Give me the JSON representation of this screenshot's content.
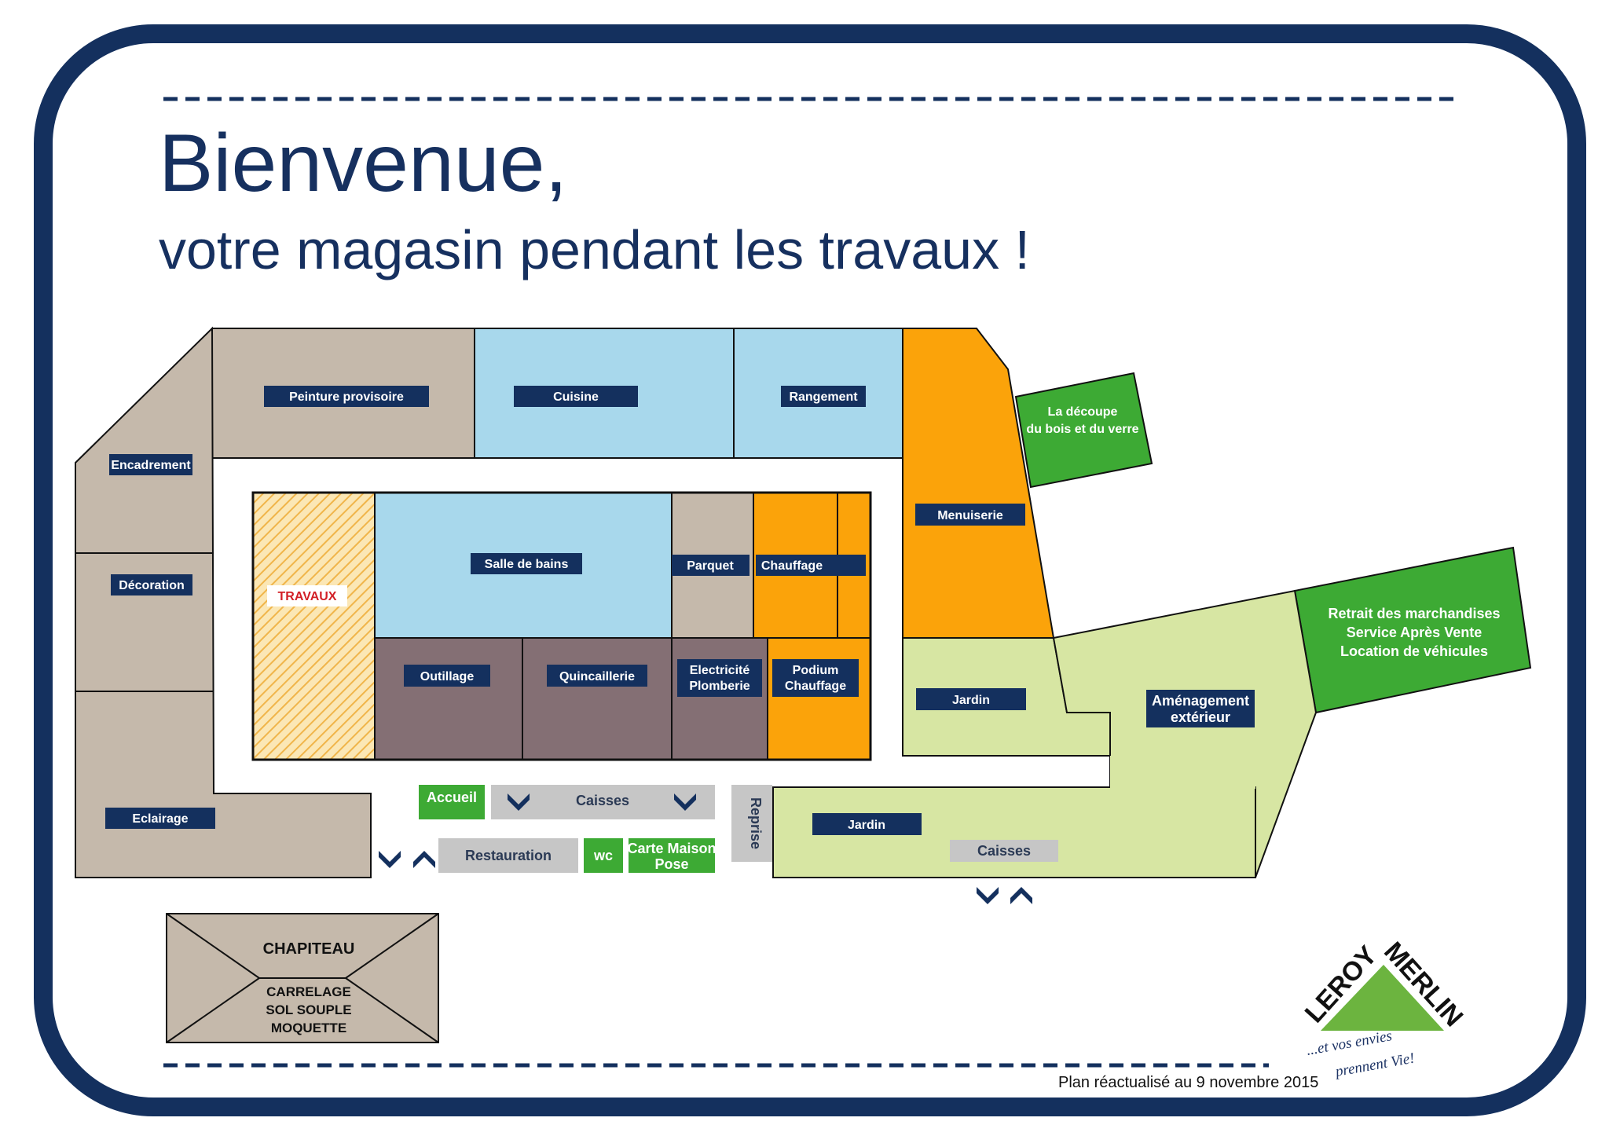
{
  "header": {
    "title": "Bienvenue,",
    "subtitle": "votre magasin pendant les travaux !"
  },
  "zones": {
    "peinture": "Peinture provisoire",
    "cuisine": "Cuisine",
    "rangement": "Rangement",
    "encadrement": "Encadrement",
    "decoration": "Décoration",
    "eclairage": "Eclairage",
    "travaux": "TRAVAUX",
    "salle_de_bains": "Salle de bains",
    "parquet": "Parquet",
    "chauffage": "Chauffage",
    "outillage": "Outillage",
    "quincaillerie": "Quincaillerie",
    "electricite_1": "Electricité",
    "electricite_2": "Plomberie",
    "podium_1": "Podium",
    "podium_2": "Chauffage",
    "menuiserie": "Menuiserie",
    "decoupe_1": "La découpe",
    "decoupe_2": "du bois et du verre",
    "jardin_top": "Jardin",
    "amenagement_1": "Aménagement",
    "amenagement_2": "extérieur",
    "retrait_1": "Retrait des marchandises",
    "retrait_2": "Service Après Vente",
    "retrait_3": "Location de véhicules",
    "jardin_bottom": "Jardin",
    "caisses_right": "Caisses"
  },
  "services": {
    "accueil": "Accueil",
    "caisses": "Caisses",
    "reprise": "Reprise",
    "restauration": "Restauration",
    "wc": "wc",
    "carte_1": "Carte Maison",
    "carte_2": "Pose"
  },
  "chapiteau": {
    "title": "CHAPITEAU",
    "line1": "CARRELAGE",
    "line2": "SOL SOUPLE",
    "line3": "MOQUETTE"
  },
  "logo": {
    "brand_1": "LEROY",
    "brand_2": "MERLIN",
    "tagline_1": "...et vos envies",
    "tagline_2": "prennent Vie!"
  },
  "footer": {
    "updated": "Plan réactualisé au 9 novembre 2015"
  },
  "colors": {
    "frame": "#14305e",
    "taupe": "#c5b9ab",
    "light_blue": "#a8d8ec",
    "mauve": "#846f74",
    "orange": "#fba30a",
    "bright_green": "#3daa34",
    "light_green": "#d7e6a3",
    "service_grey": "#c6c6c6",
    "label_navy": "#14305e"
  }
}
